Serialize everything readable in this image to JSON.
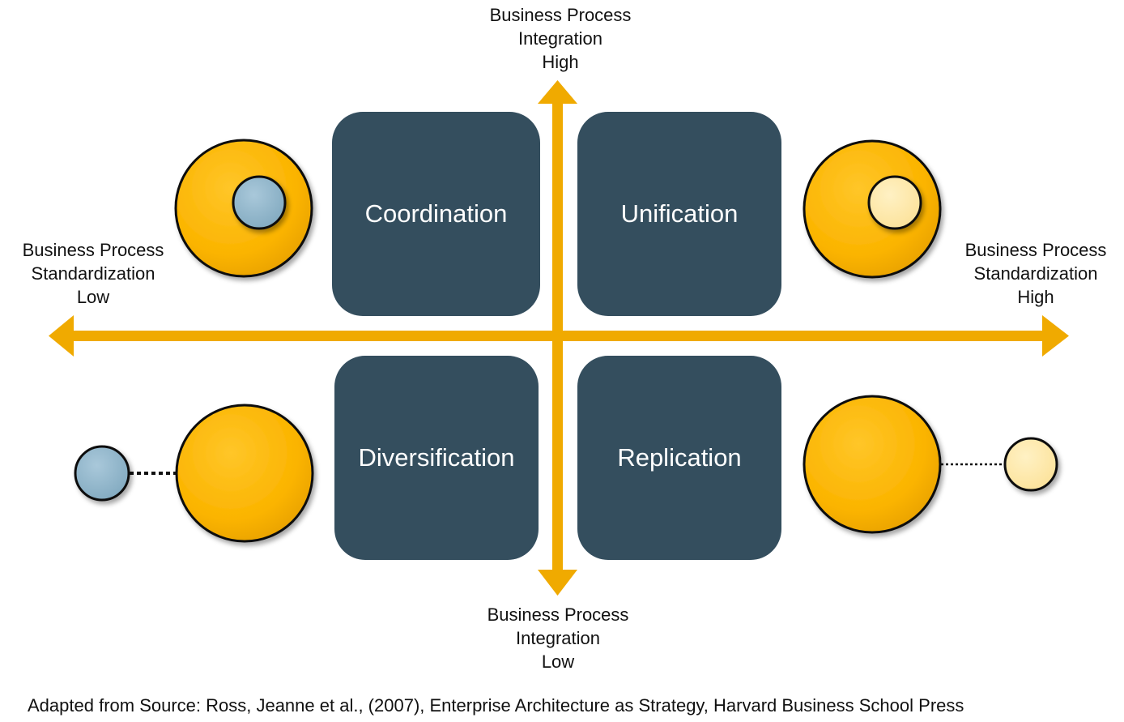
{
  "axes": {
    "top": {
      "line1": "Business Process",
      "line2": "Integration",
      "line3": "High"
    },
    "bottom": {
      "line1": "Business Process",
      "line2": "Integration",
      "line3": "Low"
    },
    "left": {
      "line1": "Business Process",
      "line2": "Standardization",
      "line3": "Low"
    },
    "right": {
      "line1": "Business Process",
      "line2": "Standardization",
      "line3": "High"
    }
  },
  "quadrants": {
    "top_left": "Coordination",
    "top_right": "Unification",
    "bottom_left": "Diversification",
    "bottom_right": "Replication"
  },
  "source_note": "Adapted from Source: Ross, Jeanne et al., (2007), Enterprise Architecture as Strategy, Harvard Business School Press",
  "colors": {
    "axis": "#F0AA00",
    "quadrant_box": "#344E5E",
    "circle_large": "#FBB400",
    "circle_blue": "#8EB4CA",
    "circle_cream": "#FDE7A2"
  }
}
